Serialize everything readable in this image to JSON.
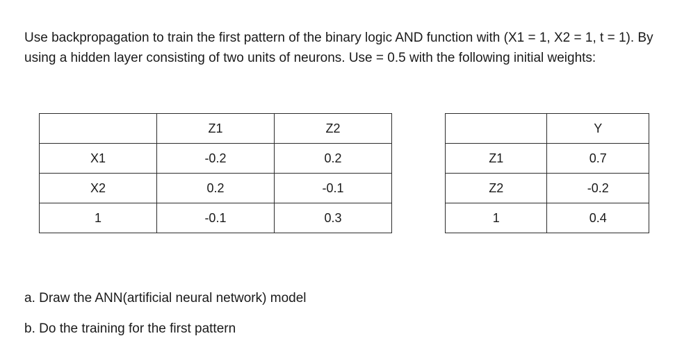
{
  "intro": {
    "text": "Use backpropagation to train the first pattern of the binary logic AND function with (X1 = 1, X2 = 1, t = 1). By using a hidden layer consisting of two units of neurons. Use = 0.5 with the following initial weights:"
  },
  "hidden_weights": {
    "header": [
      "",
      "Z1",
      "Z2"
    ],
    "rows": [
      [
        "X1",
        "-0.2",
        "0.2"
      ],
      [
        "X2",
        "0.2",
        "-0.1"
      ],
      [
        "1",
        "-0.1",
        "0.3"
      ]
    ]
  },
  "output_weights": {
    "header": [
      "",
      "Y"
    ],
    "rows": [
      [
        "Z1",
        "0.7"
      ],
      [
        "Z2",
        "-0.2"
      ],
      [
        "1",
        "0.4"
      ]
    ]
  },
  "questions": {
    "a": "a. Draw the ANN(artificial neural network) model",
    "b": "b. Do the training for the first pattern"
  }
}
